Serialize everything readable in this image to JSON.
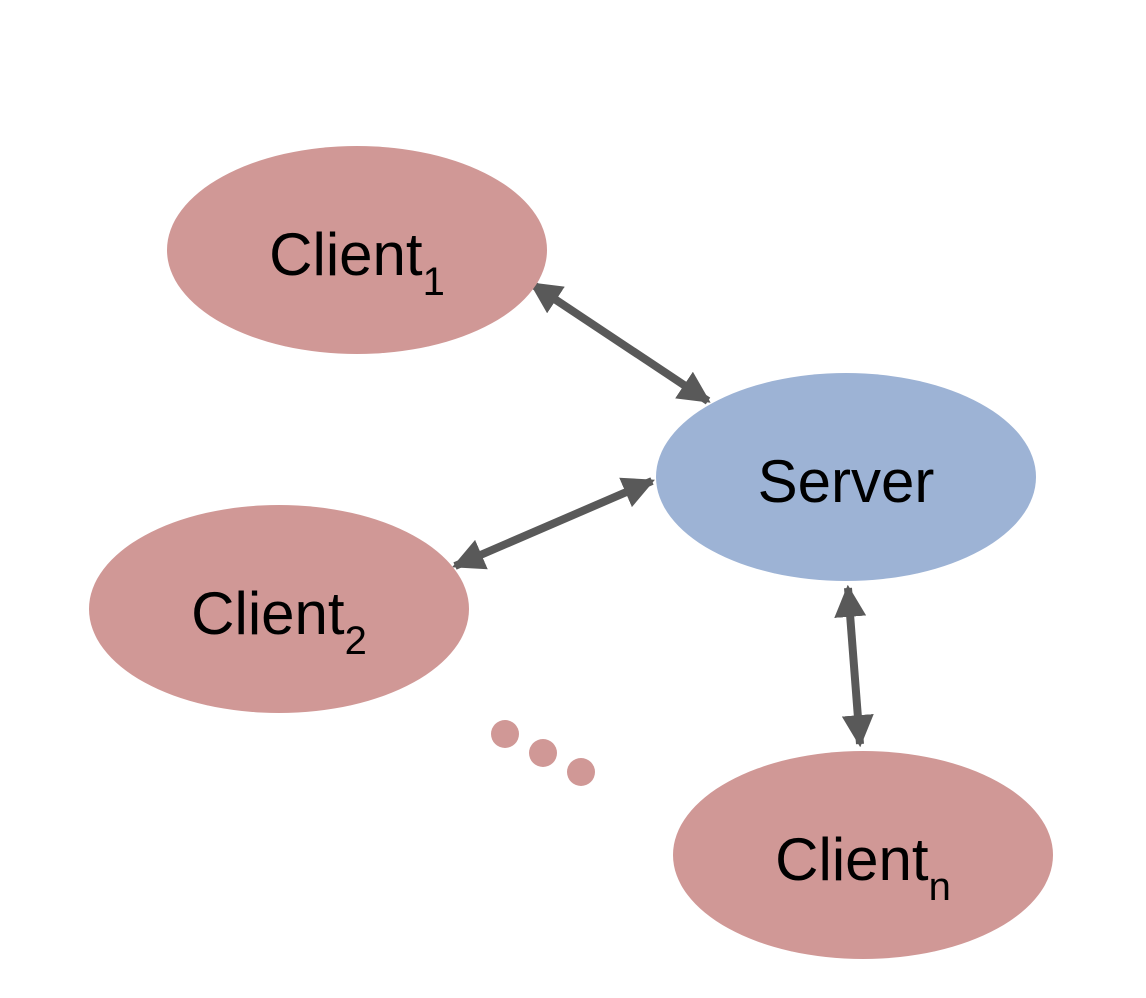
{
  "colors": {
    "client_fill": "#d09896",
    "server_fill": "#9db3d5",
    "arrow": "#595959",
    "ellipsis": "#d09896",
    "background": "#ffffff"
  },
  "nodes": {
    "client1": {
      "label": "Client",
      "subscript": "1"
    },
    "client2": {
      "label": "Client",
      "subscript": "2"
    },
    "clientn": {
      "label": "Client",
      "subscript": "n"
    },
    "server": {
      "label": "Server"
    }
  },
  "edges": [
    {
      "from": "client1",
      "to": "server",
      "style": "bidirectional"
    },
    {
      "from": "client2",
      "to": "server",
      "style": "bidirectional"
    },
    {
      "from": "clientn",
      "to": "server",
      "style": "bidirectional"
    }
  ],
  "ellipsis": {
    "count": 3,
    "meaning": "more clients"
  }
}
